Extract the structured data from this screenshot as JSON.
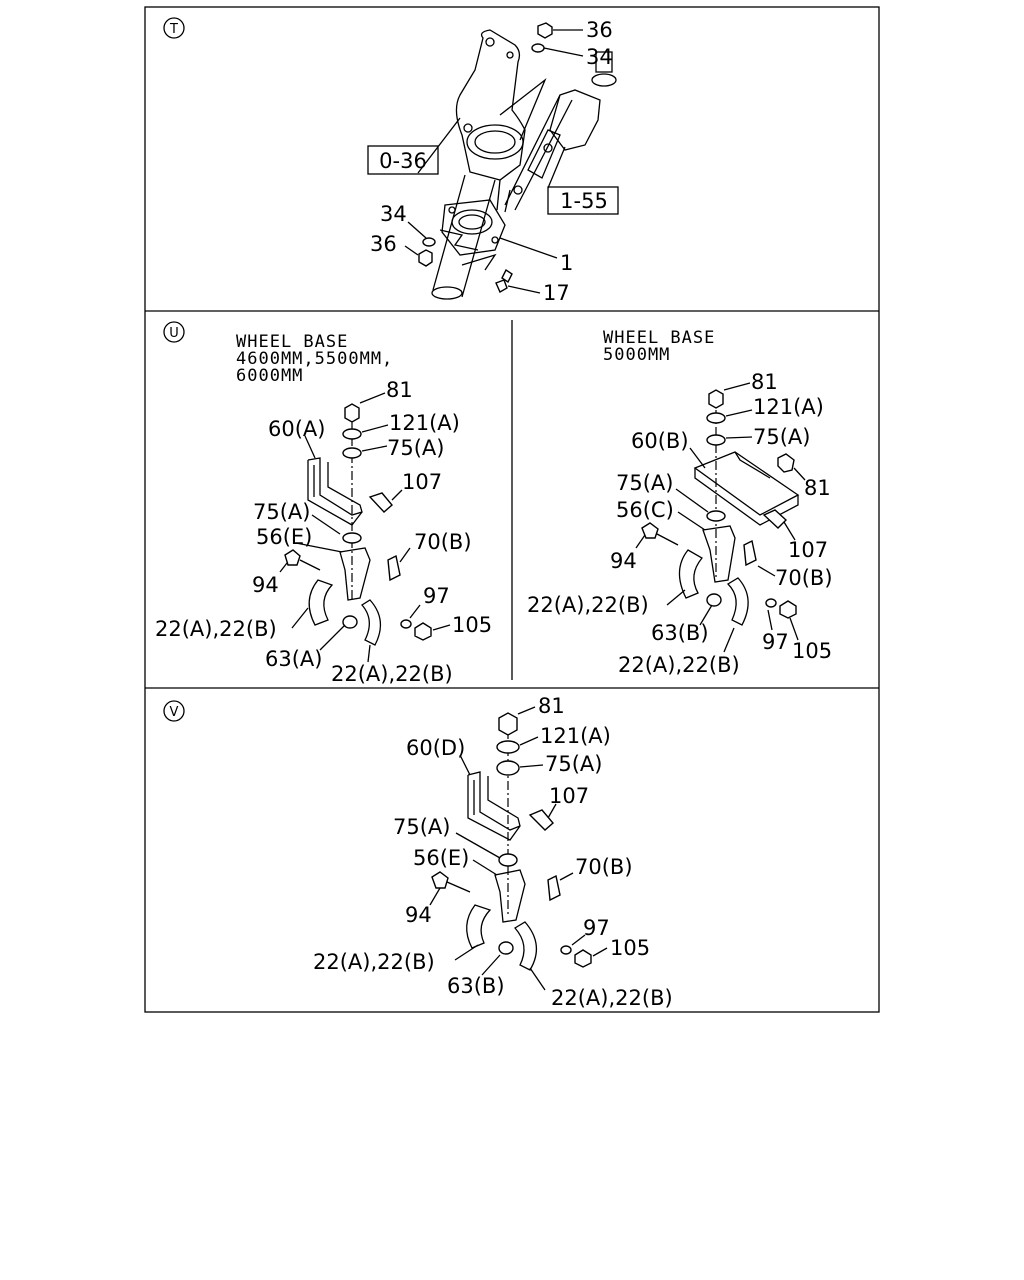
{
  "sections": {
    "t": {
      "marker": "T",
      "labels": {
        "l36_top": "36",
        "l34_top": "34",
        "ref_036": "0-36",
        "ref_155": "1-55",
        "l34_bot": "34",
        "l36_bot": "36",
        "l1": "1",
        "l17": "17"
      }
    },
    "u": {
      "marker": "U",
      "left": {
        "heading_1": "WHEEL BASE",
        "heading_2": "4600MM,5500MM,",
        "heading_3": "6000MM",
        "labels": {
          "l81": "81",
          "l121a": "121(A)",
          "l60a": "60(A)",
          "l75a_top": "75(A)",
          "l107": "107",
          "l75a_mid": "75(A)",
          "l56e": "56(E)",
          "l70b": "70(B)",
          "l94": "94",
          "l97": "97",
          "l22_left": "22(A),22(B)",
          "l105": "105",
          "l63a": "63(A)",
          "l22_bottom": "22(A),22(B)"
        }
      },
      "right": {
        "heading_1": "WHEEL BASE",
        "heading_2": "5000MM",
        "labels": {
          "l81_top": "81",
          "l121a": "121(A)",
          "l60b": "60(B)",
          "l75a_top": "75(A)",
          "l81_side": "81",
          "l75a_mid": "75(A)",
          "l56c": "56(C)",
          "l107": "107",
          "l94": "94",
          "l70b": "70(B)",
          "l22_left": "22(A),22(B)",
          "l63b": "63(B)",
          "l97": "97",
          "l105": "105",
          "l22_bottom": "22(A),22(B)"
        }
      }
    },
    "v": {
      "marker": "V",
      "labels": {
        "l81": "81",
        "l121a": "121(A)",
        "l60d": "60(D)",
        "l75a_top": "75(A)",
        "l107": "107",
        "l75a_mid": "75(A)",
        "l56e": "56(E)",
        "l70b": "70(B)",
        "l94": "94",
        "l97": "97",
        "l105": "105",
        "l22_left": "22(A),22(B)",
        "l63b": "63(B)",
        "l22_bottom": "22(A),22(B)"
      }
    }
  }
}
